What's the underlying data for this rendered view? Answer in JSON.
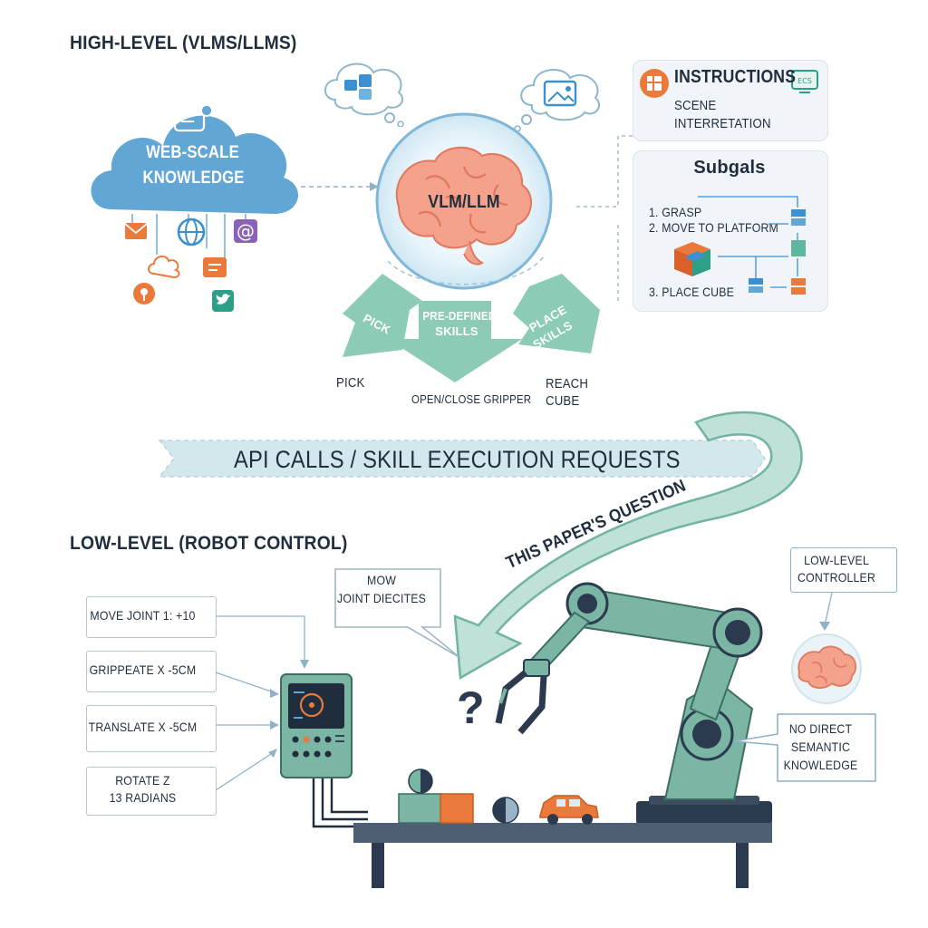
{
  "headings": {
    "high_level": "HIGH-LEVEL (VLMS/LLMS)",
    "low_level": "LOW-LEVEL (ROBOT CONTROL)"
  },
  "cloud": {
    "line1": "WEB-SCALE",
    "line2": "KNOWLEDGE"
  },
  "brain": {
    "label": "VLM/LLM"
  },
  "panel_instructions": {
    "title": "INSTRUCTIONS",
    "line1": "SCENE",
    "line2": "INTERRETATION"
  },
  "panel_subgoals": {
    "title": "Subgals",
    "step1": "1. GRASP",
    "step2": "2. MOVE TO PLATFORM",
    "step3": "3. PLACE CUBE"
  },
  "skills": {
    "left_arrow": "PICK",
    "center_arrow_line1": "PRE-DEFINED",
    "center_arrow_line2": "SKILLS",
    "right_arrow_line1": "PLACE",
    "right_arrow_line2": "SKILLS",
    "label_pick": "PICK",
    "label_gripper": "OPEN/CLOSE GRIPPER",
    "label_reach_1": "REACH",
    "label_reach_2": "CUBE"
  },
  "banner": {
    "text": "API CALLS / SKILL EXECUTION REQUESTS"
  },
  "question_arrow": {
    "text": "THIS PAPER'S QUESTION"
  },
  "commands": [
    {
      "line1": "MOVE JOINT 1: +10",
      "line2": ""
    },
    {
      "line1": "GRIPPEATE X -5CM",
      "line2": ""
    },
    {
      "line1": "TRANSLATE X -5CM",
      "line2": ""
    },
    {
      "line1": "ROTATE Z",
      "line2": "13 RADIANS"
    }
  ],
  "callouts": {
    "mow_line1": "MOW",
    "mow_line2": "JOINT DIECITES",
    "controller_line1": "LOW-LEVEL",
    "controller_line2": "CONTROLLER",
    "nodirect_line1": "NO DIRECT",
    "nodirect_line2": "SEMANTIC",
    "nodirect_line3": "KNOWLEDGE"
  },
  "question_mark": "?",
  "colors": {
    "teal": "#72b3a3",
    "teal_light": "#9fcfc2",
    "cloud_blue": "#62a6d6",
    "orange": "#ea7a3c",
    "brain_pink": "#f4a28c",
    "navy": "#2b3a4e",
    "table": "#4e5e73"
  },
  "icons": [
    "mail-icon",
    "globe-icon",
    "at-icon",
    "location-icon",
    "chat-icon",
    "twitter-icon",
    "monitor-icon",
    "image-icon",
    "puzzle-icon",
    "car-icon"
  ]
}
